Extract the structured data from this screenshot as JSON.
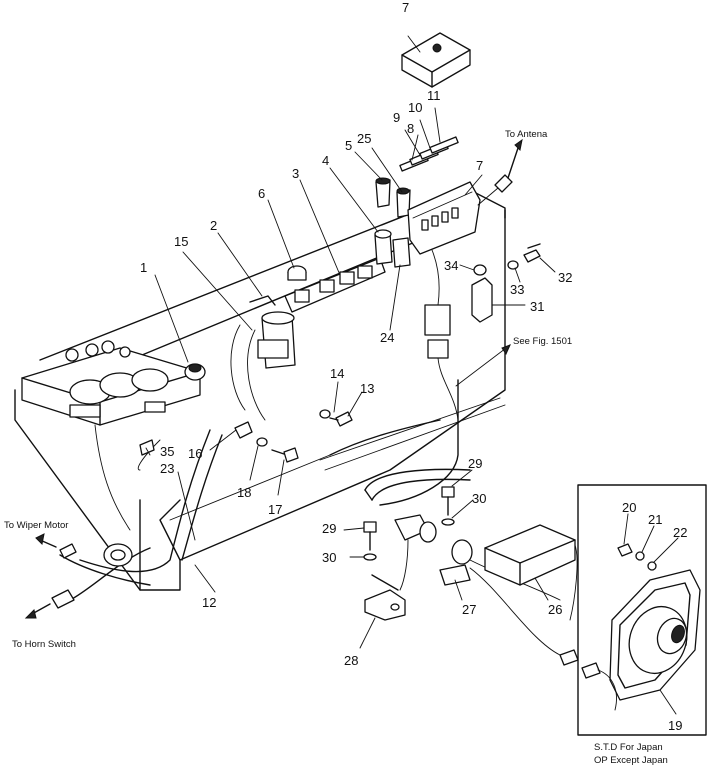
{
  "callouts": {
    "n1": "1",
    "n2": "2",
    "n3": "3",
    "n4": "4",
    "n5": "5",
    "n6": "6",
    "n7a": "7",
    "n7b": "7",
    "n8": "8",
    "n9": "9",
    "n10": "10",
    "n11": "11",
    "n12": "12",
    "n13": "13",
    "n14": "14",
    "n15": "15",
    "n16": "16",
    "n17": "17",
    "n18": "18",
    "n19": "19",
    "n20": "20",
    "n21": "21",
    "n22": "22",
    "n23": "23",
    "n24": "24",
    "n25": "25",
    "n26": "26",
    "n27": "27",
    "n28": "28",
    "n29a": "29",
    "n29b": "29",
    "n30a": "30",
    "n30b": "30",
    "n31": "31",
    "n32": "32",
    "n33": "33",
    "n34": "34",
    "n35": "35"
  },
  "labels": {
    "to_antena": "To Antena",
    "see_fig": "See Fig. 1501",
    "to_wiper": "To Wiper Motor",
    "to_horn": "To Horn Switch",
    "std_japan": "S.T.D For Japan",
    "op_except": "OP Except Japan"
  }
}
